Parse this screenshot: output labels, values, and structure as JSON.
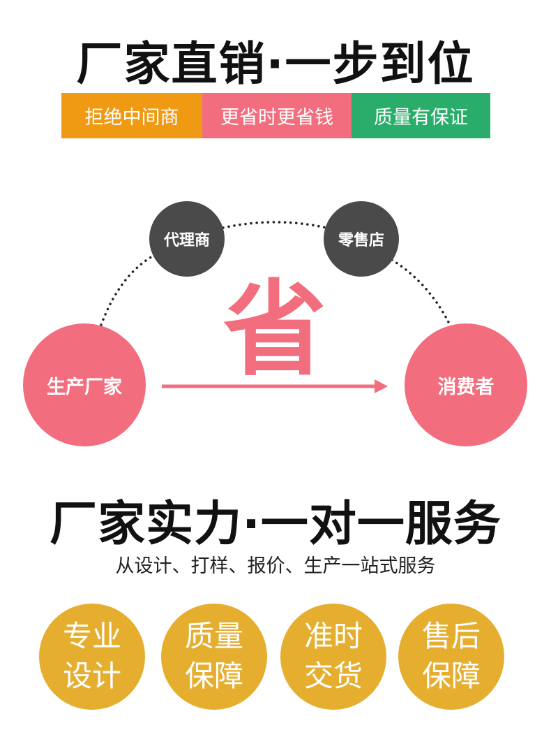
{
  "headline": "厂家直销·一步到位",
  "banner": [
    {
      "label": "拒绝中间商",
      "color": "#ef9a12"
    },
    {
      "label": "更省时更省钱",
      "color": "#f26d7d"
    },
    {
      "label": "质量有保证",
      "color": "#2aad6b"
    }
  ],
  "diagram": {
    "agent": "代理商",
    "retailer": "零售店",
    "manufacturer": "生产厂家",
    "consumer": "消费者",
    "save": "省"
  },
  "section": {
    "title": "厂家实力·一对一服务",
    "subtitle": "从设计、打样、报价、生产一站式服务"
  },
  "features": [
    {
      "line1": "专业",
      "line2": "设计"
    },
    {
      "line1": "质量",
      "line2": "保障"
    },
    {
      "line1": "准时",
      "line2": "交货"
    },
    {
      "line1": "售后",
      "line2": "保障"
    }
  ],
  "colors": {
    "pink": "#f26d7d",
    "dark": "#4a4a4a",
    "gold": "#e5ae2f"
  }
}
